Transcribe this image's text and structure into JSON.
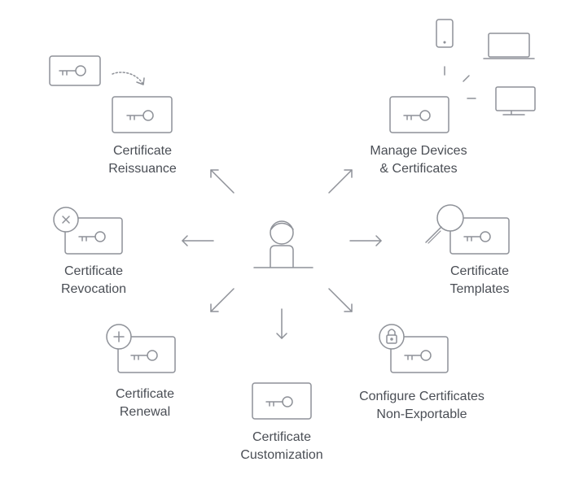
{
  "features": {
    "reissuance": {
      "line1": "Certificate",
      "line2": "Reissuance"
    },
    "devices": {
      "line1": "Manage Devices",
      "line2": "& Certificates"
    },
    "revocation": {
      "line1": "Certificate",
      "line2": "Revocation"
    },
    "templates": {
      "line1": "Certificate",
      "line2": "Templates"
    },
    "renewal": {
      "line1": "Certificate",
      "line2": "Renewal"
    },
    "customization": {
      "line1": "Certificate",
      "line2": "Customization"
    },
    "nonexportable": {
      "line1": "Configure Certificates",
      "line2": "Non-Exportable"
    }
  },
  "icons": {
    "center": "user-icon",
    "reissuance": "certificate-reissue-icon",
    "devices": "devices-icon",
    "revocation": "certificate-revoke-icon",
    "templates": "certificate-search-icon",
    "renewal": "certificate-add-icon",
    "customization": "certificate-icon",
    "nonexportable": "certificate-lock-icon"
  },
  "colors": {
    "stroke": "#8e9198",
    "text": "#4a4e55"
  }
}
